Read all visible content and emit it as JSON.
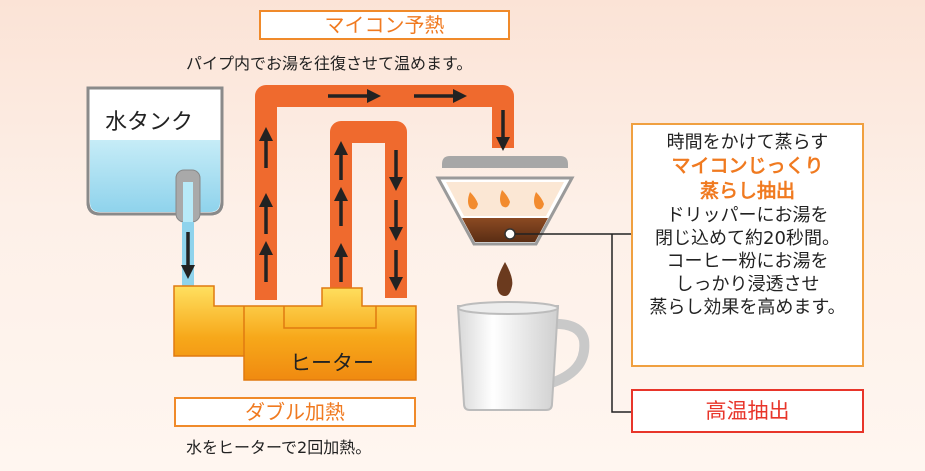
{
  "top_heading": {
    "title": "マイコン予熱",
    "caption": "パイプ内でお湯を往復させて温めます。"
  },
  "tank": {
    "label": "水タンク"
  },
  "heater": {
    "label": "ヒーター"
  },
  "bottom_heading": {
    "title": "ダブル加熱",
    "caption": "水をヒーターで2回加熱。"
  },
  "info": {
    "intro": "時間をかけて蒸らす",
    "highlight_1": "マイコンじっくり",
    "highlight_2": "蒸らし抽出",
    "body": [
      "ドリッパーにお湯を",
      "閉じ込めて約20秒間。",
      "コーヒー粉にお湯を",
      "しっかり浸透させ",
      "蒸らし効果を高めます。"
    ]
  },
  "hot_extraction": {
    "label": "高温抽出"
  },
  "colors": {
    "pipe_orange": "#ef6a2e",
    "heater_yellow": "#f7b21c",
    "accent_orange": "#f07a20",
    "alert_red": "#e8352a",
    "water_blue": "#9ad8ee",
    "coffee_brown": "#6b3a1e"
  }
}
